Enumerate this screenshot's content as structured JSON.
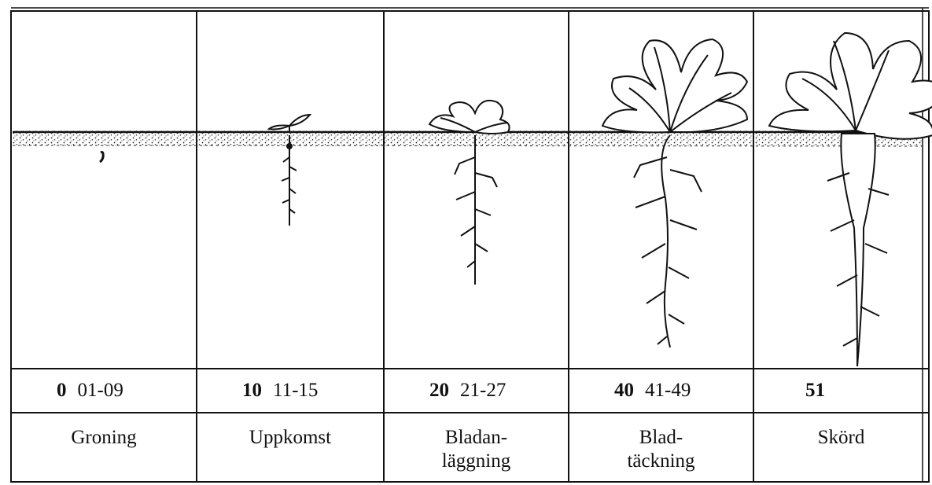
{
  "stages": [
    {
      "code": "0",
      "range": "01-09",
      "name": "Groning"
    },
    {
      "code": "10",
      "range": "11-15",
      "name": "Uppkomst"
    },
    {
      "code": "20",
      "range": "21-27",
      "name": "Bladan-\nläggning"
    },
    {
      "code": "40",
      "range": "41-49",
      "name": "Blad-\ntäckning"
    },
    {
      "code": "51",
      "range": "",
      "name": "Skörd"
    }
  ]
}
